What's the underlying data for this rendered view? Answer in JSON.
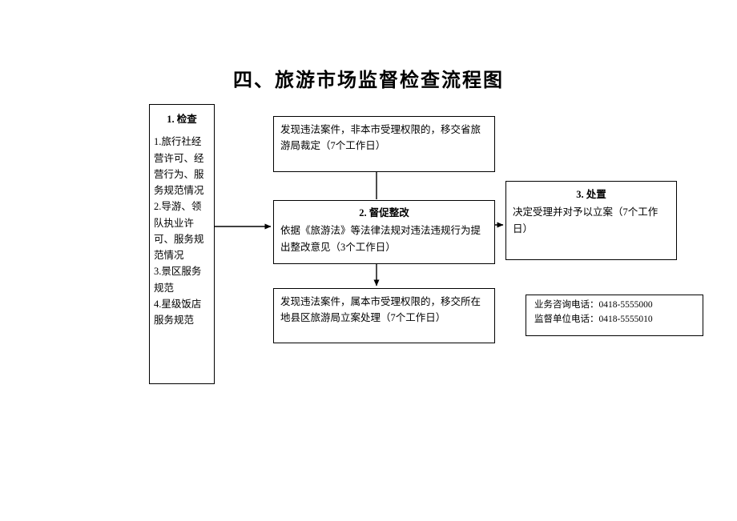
{
  "page": {
    "title": "四、旅游市场监督检查流程图"
  },
  "flowchart": {
    "inspection": {
      "heading": "1. 检查",
      "items": [
        "1.旅行社经营许可、经营行为、服务规范情况",
        "2.导游、领队执业许可、服务规范情况",
        "3.景区服务规范",
        "4.星级饭店服务规范"
      ]
    },
    "referral_province": {
      "text": "发现违法案件，非本市受理权限的，移交省旅游局裁定（7个工作日）"
    },
    "rectify": {
      "heading": "2. 督促整改",
      "text": "依据《旅游法》等法律法规对违法违规行为提出整改意见（3个工作日）"
    },
    "referral_local": {
      "text": "发现违法案件，属本市受理权限的，移交所在地县区旅游局立案处理（7个工作日）"
    },
    "disposal": {
      "heading": "3. 处置",
      "text": "决定受理并对予以立案（7个工作日）"
    },
    "contact": {
      "business_line": "业务咨询电话：0418-5555000",
      "supervision_line": "监督单位电话：0418-5555010"
    }
  },
  "colors": {
    "line": "#000000",
    "background": "#ffffff",
    "text": "#000000"
  }
}
